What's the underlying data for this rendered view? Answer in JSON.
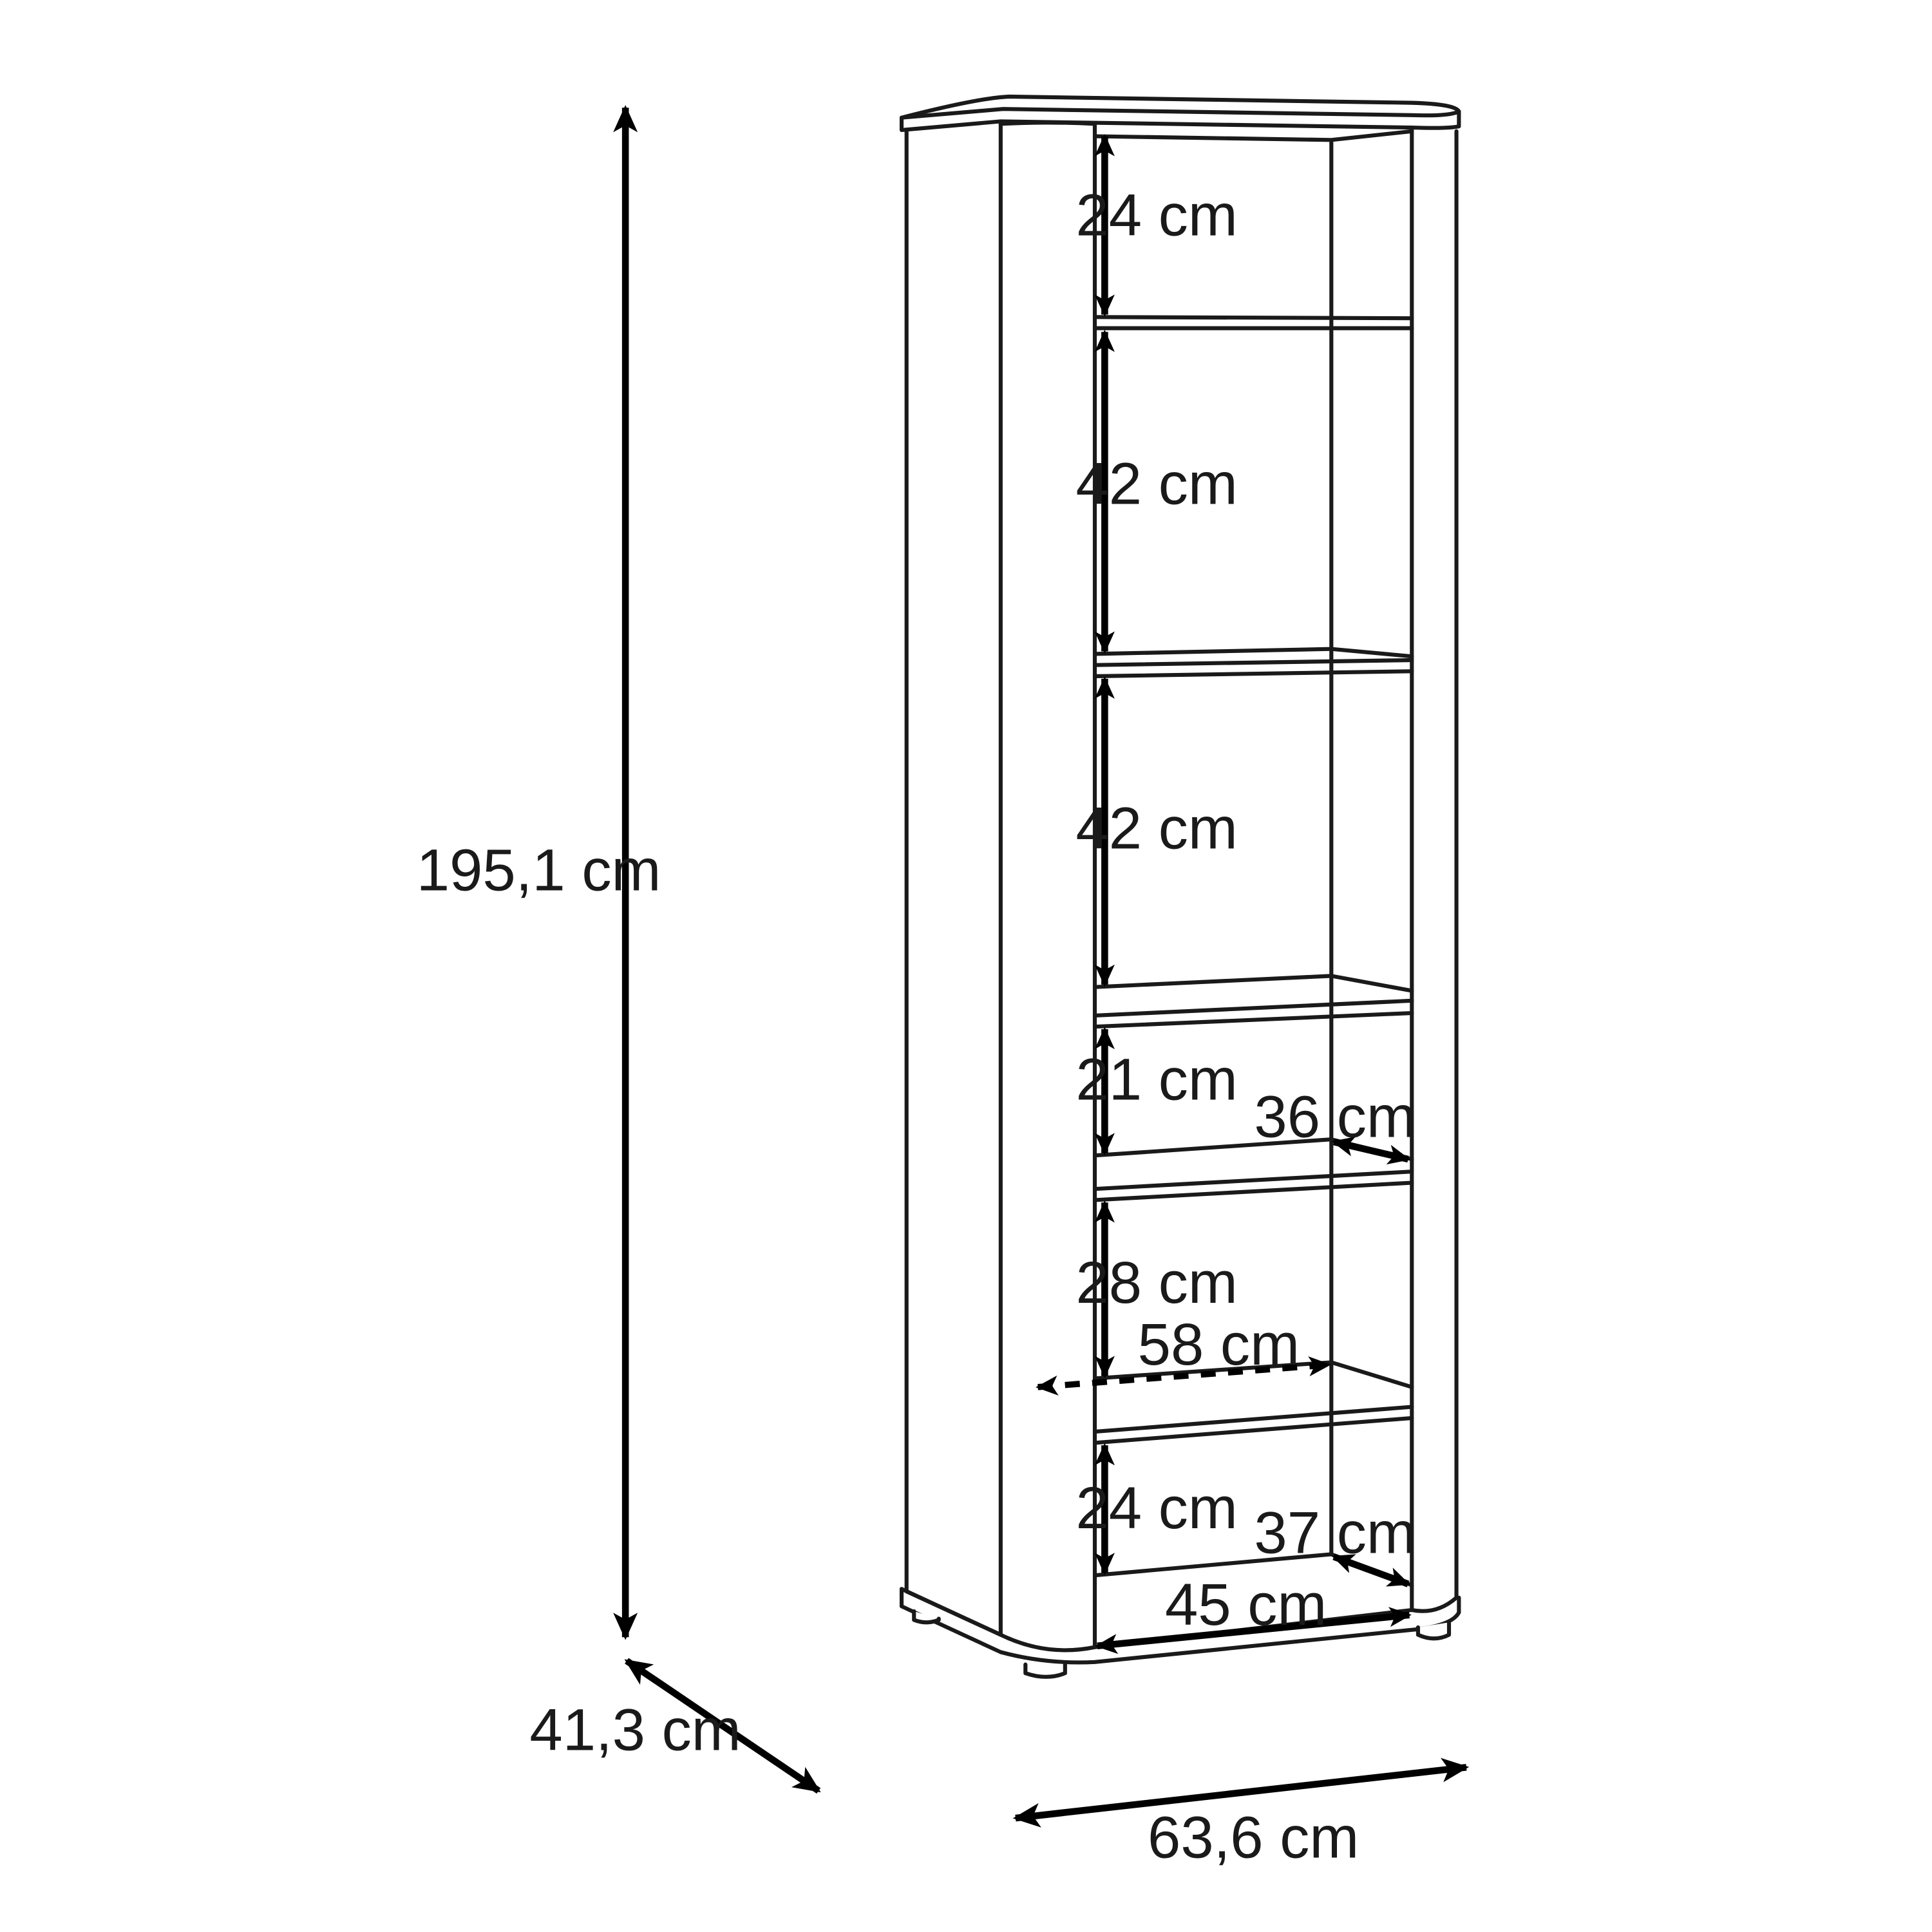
{
  "diagram": {
    "overall": {
      "height": "195,1 cm",
      "depth": "41,3 cm",
      "width": "63,6 cm"
    },
    "compartments": [
      {
        "height": "24 cm"
      },
      {
        "height": "42 cm"
      },
      {
        "height": "42 cm"
      },
      {
        "height": "21 cm",
        "depth": "36 cm"
      },
      {
        "height": "28 cm",
        "width": "58 cm"
      },
      {
        "height": "24 cm",
        "depth": "37 cm",
        "width": "45 cm"
      }
    ]
  }
}
